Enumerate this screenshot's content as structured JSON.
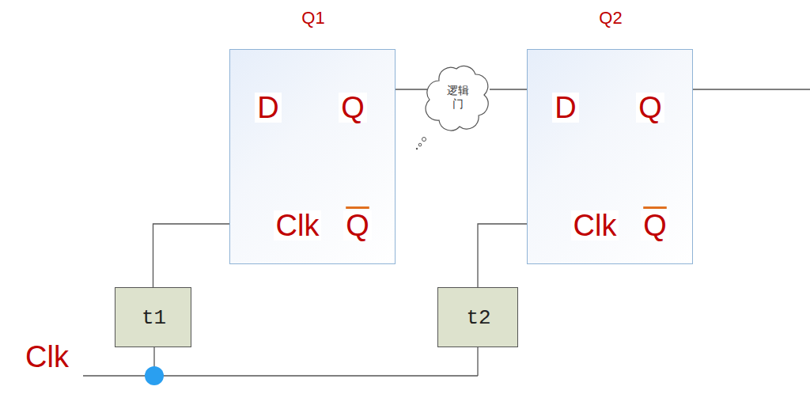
{
  "diagram": {
    "nodes": [
      {
        "text": [
          "Q1",
          "D",
          "Q",
          "Clk",
          "Q"
        ]
      },
      {
        "text": [
          "逻辑门"
        ]
      },
      {
        "text": [
          "Q2",
          "D",
          "Q",
          "Clk",
          "Q"
        ]
      },
      {
        "text": [
          "t1"
        ]
      },
      {
        "text": [
          "t2"
        ]
      }
    ],
    "edges": [
      {
        "from": 0,
        "to": 1,
        "arrow": "none"
      },
      {
        "from": 1,
        "to": 2,
        "arrow": "none"
      },
      {
        "from": 3,
        "to": 0,
        "arrow": "none"
      },
      {
        "from": 4,
        "to": 2,
        "arrow": "none"
      }
    ],
    "labels": [
      "Clk"
    ]
  }
}
